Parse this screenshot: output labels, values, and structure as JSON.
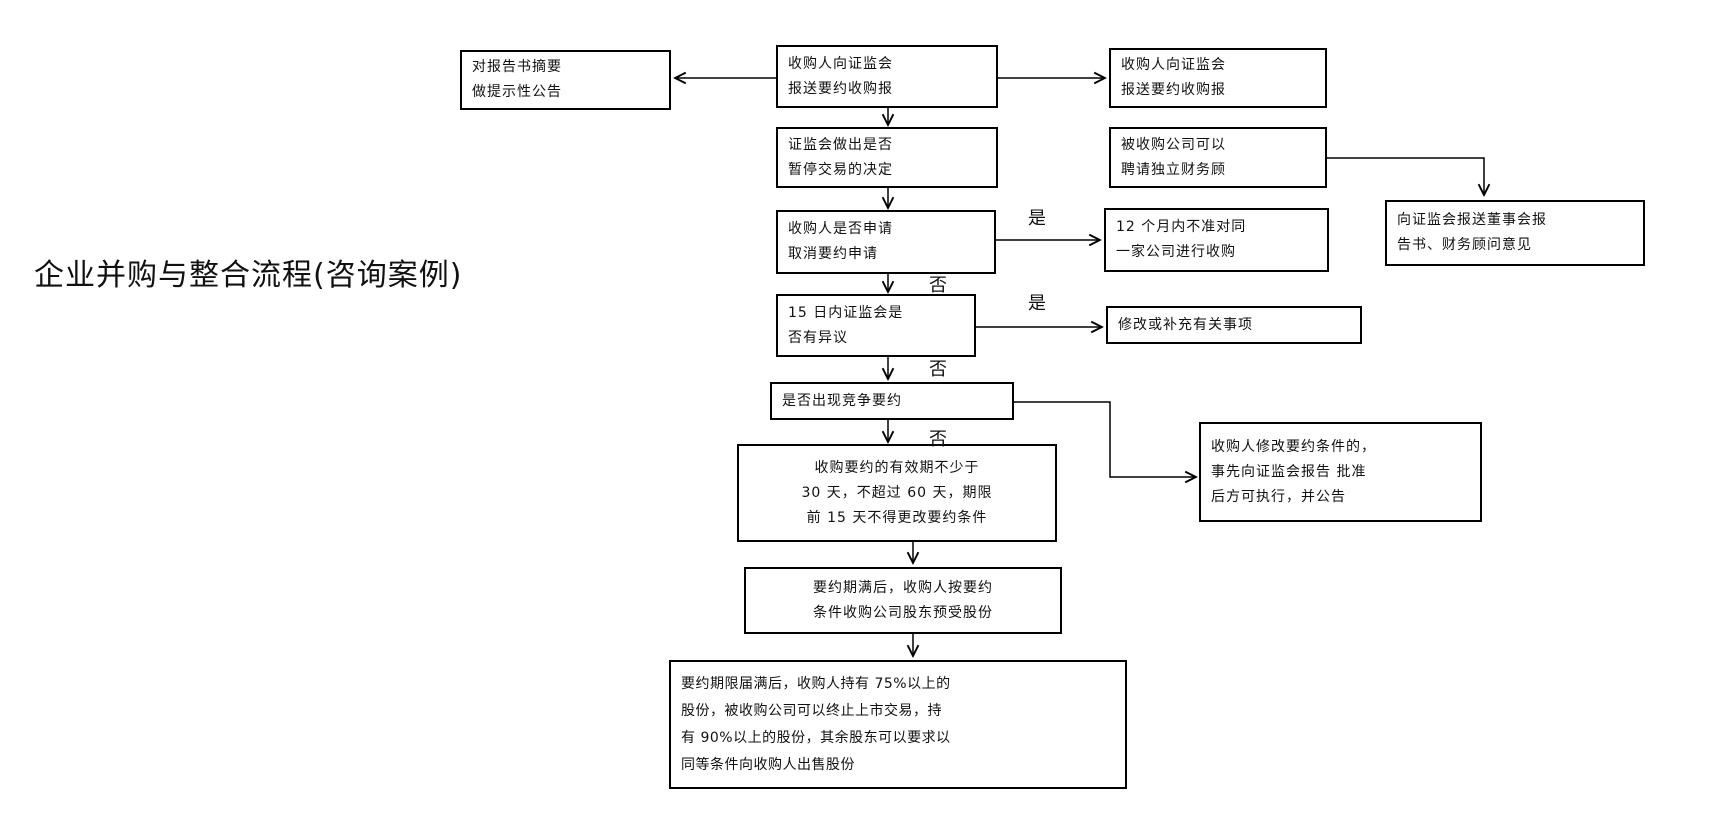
{
  "title": "企业并购与整合流程(咨询案例)",
  "nodes": {
    "report_summary": [
      "对报告书摘要",
      "做提示性公告"
    ],
    "submit_center": [
      "收购人向证监会",
      "报送要约收购报"
    ],
    "submit_right": [
      "收购人向证监会",
      "报送要约收购报"
    ],
    "suspend": [
      "证监会做出是否",
      "暂停交易的决定"
    ],
    "hire_advisor": [
      "被收购公司可以",
      "聘请独立财务顾"
    ],
    "board_report": [
      "向证监会报送董事会报",
      "告书、财务顾问意见"
    ],
    "apply_cancel": [
      "收购人是否申请",
      "取消要约申请"
    ],
    "no_acquire_12m": [
      "12  个月内不准对同",
      "一家公司进行收购"
    ],
    "objection_15d": [
      "15 日内证监会是",
      "否有异议"
    ],
    "amend": [
      "修改或补充有关事项"
    ],
    "competing": [
      "是否出现竞争要约"
    ],
    "modify_terms": [
      "收购人修改要约条件的，",
      "事先向证监会报告 批准",
      "后方可执行，并公告"
    ],
    "validity": [
      "收购要约的有效期不少于",
      "30 天，不超过 60 天，期限",
      "前 15 天不得更改要约条件"
    ],
    "expire_acquire": [
      "要约期满后，收购人按要约",
      "条件收购公司股东预受股份"
    ],
    "final": [
      "要约期限届满后，收购人持有 75%以上的",
      "股份，被收购公司可以终止上市交易，持",
      "有 90%以上的股份，其余股东可以要求以",
      "同等条件向收购人出售股份"
    ]
  },
  "edge_labels": {
    "yes_1": "是",
    "no_1": "否",
    "yes_2": "是",
    "no_2": "否",
    "no_3": "否"
  }
}
